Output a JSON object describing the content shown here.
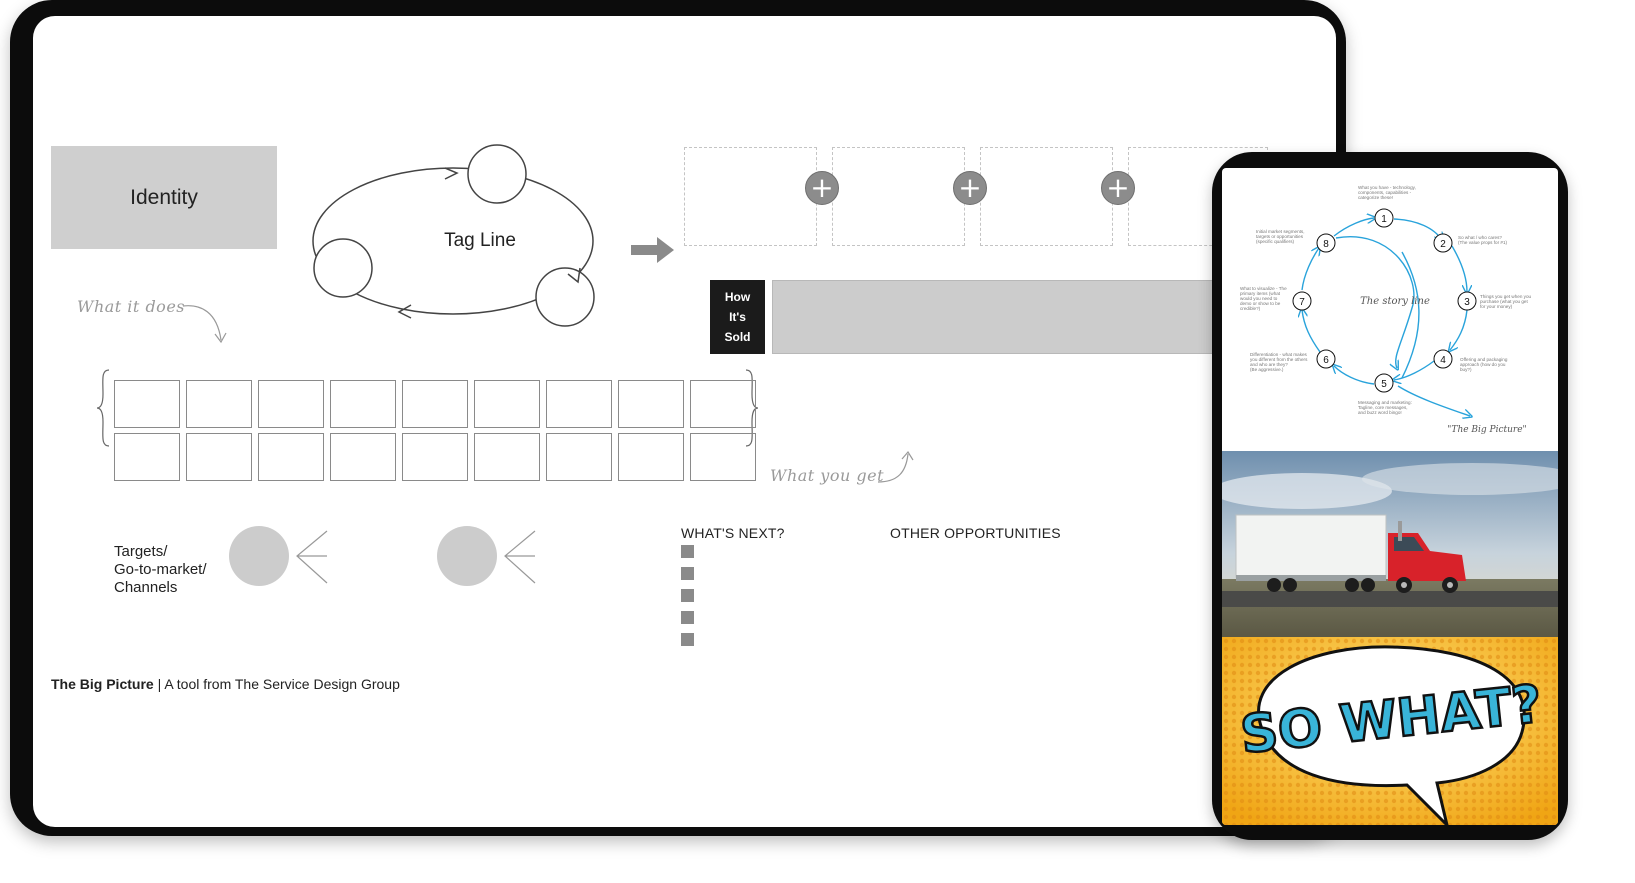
{
  "canvas": {
    "identity_label": "Identity",
    "tag_line_label": "Tag Line",
    "what_it_does": "What it does",
    "what_you_get": "What you get",
    "how_sold_lines": [
      "How",
      "It's",
      "Sold"
    ],
    "targets_lines": [
      "Targets/",
      "Go-to-market/",
      "Channels"
    ],
    "whats_next_heading": "WHAT'S NEXT?",
    "other_opportunities_heading": "OTHER OPPORTUNITIES",
    "footer_brand": "The Big Picture",
    "footer_rest": " | A tool from The Service Design Group"
  },
  "phone": {
    "story": {
      "center_label": "The story line",
      "big_picture_label": "\"The Big Picture\"",
      "nodes": [
        "1",
        "2",
        "3",
        "4",
        "5",
        "6",
        "7",
        "8"
      ],
      "notes": {
        "n1": [
          "What you have - technology,",
          "components, capabilities -",
          "categorize these!"
        ],
        "n2": [
          "So what / who cares?",
          "(The value props for #1)"
        ],
        "n3": [
          "Things you get when you",
          "purchase (what you get",
          "for your money)"
        ],
        "n4": [
          "Offering and packaging",
          "approach (how do you",
          "buy?)"
        ],
        "n5": [
          "Messaging and marketing:",
          "Tagline, core messages,",
          "and buzz word bingo!"
        ],
        "n6": [
          "Differentiation - what makes",
          "you different from the others",
          "and who are they?",
          "(Be aggressive.)"
        ],
        "n7": [
          "What to visualize - The",
          "primary items (what",
          "would you need to",
          "demo or show to be",
          "credible?)"
        ],
        "n8": [
          "Initial market segments,",
          "targets or opportunities",
          "(specific qualifiers)"
        ]
      }
    },
    "comic_text": "SO WHAT?"
  },
  "colors": {
    "story_blue": "#29a3db",
    "identity_gray": "#cfcfcf",
    "truck_red": "#d8222a",
    "comic_yellow": "#f2b21c",
    "comic_blue": "#39b4d8"
  }
}
